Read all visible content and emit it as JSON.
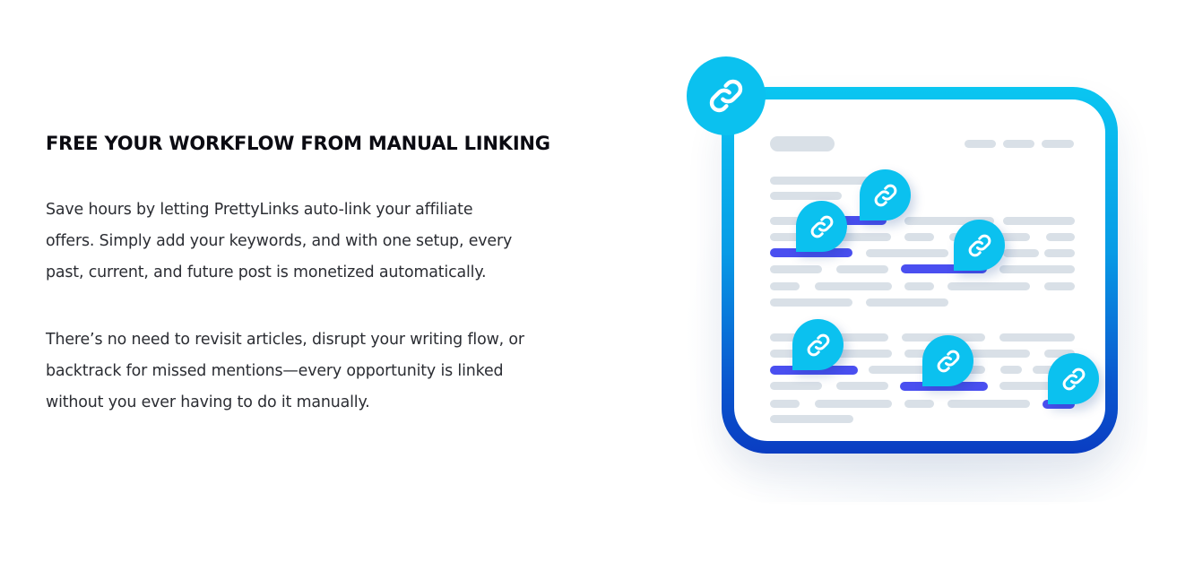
{
  "section": {
    "heading": "FREE YOUR WORKFLOW FROM MANUAL LINKING",
    "paragraphs": [
      {
        "lines": [
          "Save hours by letting PrettyLinks auto-link your affiliate",
          "offers. Simply add your keywords, and with one setup, every",
          "past, current, and future post is monetized automatically."
        ]
      },
      {
        "lines": [
          "There’s no need to revisit articles, disrupt your writing flow, or",
          "backtrack for missed mentions—every opportunity is linked",
          "without you ever having to do it manually."
        ]
      }
    ]
  },
  "illustration": {
    "main_icon": "link-icon",
    "pin_icon": "link-icon",
    "pin_count": 6,
    "colors": {
      "accent_cyan": "#0BC1EF",
      "frame_top": "#0AC6F1",
      "frame_bottom": "#0A3DC2",
      "highlight": "#4A4FF0",
      "placeholder_line": "#D9E0E7"
    }
  }
}
